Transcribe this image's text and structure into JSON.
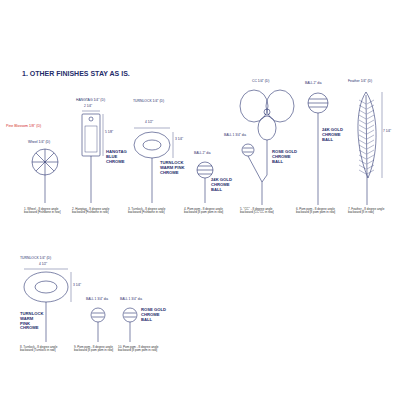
{
  "diagram": {
    "title": "1. OTHER FINISHES STAY AS IS.",
    "labels": [
      "Pine Blossom 1/8\" (D)",
      "Wheel 1/4\" (D)",
      "1. Wheel - 8 degree angle backward [Fishbone in row]",
      "HANGTAG 1/4\" (D)",
      "2 1/4\"",
      "5 1/8\"",
      "HANGTAG BLUE CHROME",
      "2. Hangtag - 8 degree angle backward [Fishbone in row]",
      "TURNLOCK 1/4\" (D)",
      "4 1/2\"",
      "3 1/4\"",
      "TURNLOCK WARM PINK CHROME",
      "3. Turnlock - 8 degree angle backward [Fishbone in row]",
      "BALL 2\" dia",
      "24K GOLD CHROME BALL",
      "4. Pom pom - 8 degree angle backward [8 pom pom in row]",
      "CC 1/4\" (D)",
      "BALL 1 3/4\" dia",
      "ROSE GOLD CHROME BALL",
      "5. \"CC\" - 8 degree angle backward [CC CC in row]",
      "BALL 2\" dia",
      "24K GOLD CHROME BALL",
      "6. Pom pom - 8 degree angle backward [8 pom pom in row]",
      "Feather 1/4\" (D)",
      "7 1/4\"",
      "7. Feather - 8 degree angle backward [8 in row]",
      "TURNLOCK 1/4\" (D)",
      "4 1/2\"",
      "3 1/4\"",
      "TURNLOCK WARM PINK CHROME",
      "8. Turnlock - 8 degree angle backward [Turnlock in row]",
      "BALL 1 3/4\" dia",
      "9. Pom pom - 8 degree angle backward [8 pom pom in row]",
      "BALL 1 3/4\" dia",
      "ROSE GOLD CHROME BALL",
      "10. Pom pom - 8 degree angle backward [8 pom pom in row]"
    ]
  }
}
